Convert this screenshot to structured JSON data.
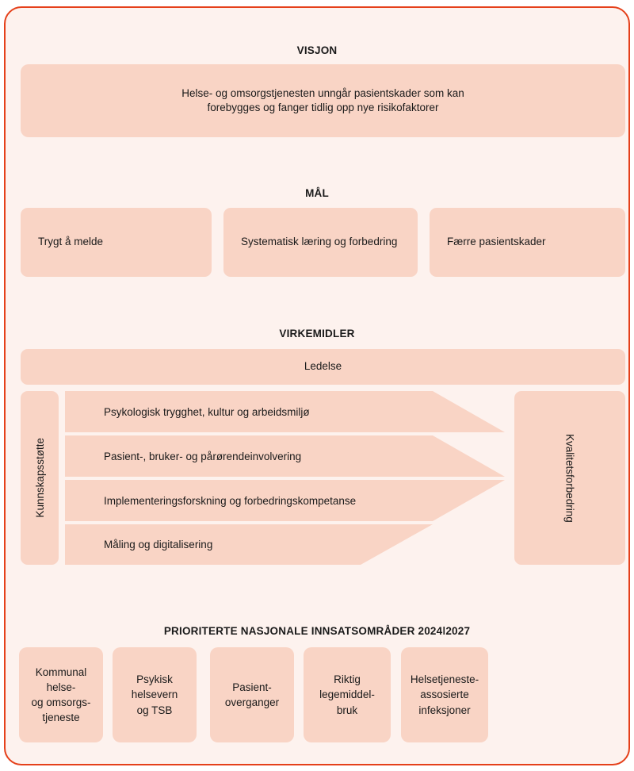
{
  "colors": {
    "frame_border": "#E5401A",
    "page_background": "#FDF2EE",
    "card_fill": "#F9D4C5",
    "text": "#1a1a1a"
  },
  "visjon": {
    "heading": "VISJON",
    "statement": "Helse- og omsorgstjenesten unngår pasientskader som kan forebygges og fanger tidlig opp nye risikofaktorer"
  },
  "mal": {
    "heading": "MÅL",
    "boxes": [
      {
        "label": "Trygt å melde"
      },
      {
        "label": "Systematisk læring og forbedring"
      },
      {
        "label": "Færre pasientskader"
      }
    ]
  },
  "virkemidler": {
    "heading": "VIRKEMIDLER",
    "top_bar": "Ledelse",
    "left_pillar": "Kunnskapsstøtte",
    "right_pillar": "Kvalitetsforbedring",
    "arrow_rows": [
      {
        "label": "Psykologisk trygghet, kultur og arbeidsmiljø"
      },
      {
        "label": "Pasient-, bruker- og pårørendeinvolvering"
      },
      {
        "label": "Implementeringsforskning og forbedringskompetanse"
      },
      {
        "label": "Måling og digitalisering"
      }
    ]
  },
  "prioriterte": {
    "heading": "PRIORITERTE NASJONALE INNSATSOMRÅDER 2024ǀ2027",
    "boxes": [
      {
        "label": "Kommunal helse- og omsorgs- tjeneste"
      },
      {
        "label": "Psykisk helsevern og TSB"
      },
      {
        "label": "Pasient- overganger"
      },
      {
        "label": "Riktig legemiddel- bruk"
      },
      {
        "label": "Helsetjeneste- assosierte infeksjoner"
      }
    ]
  }
}
